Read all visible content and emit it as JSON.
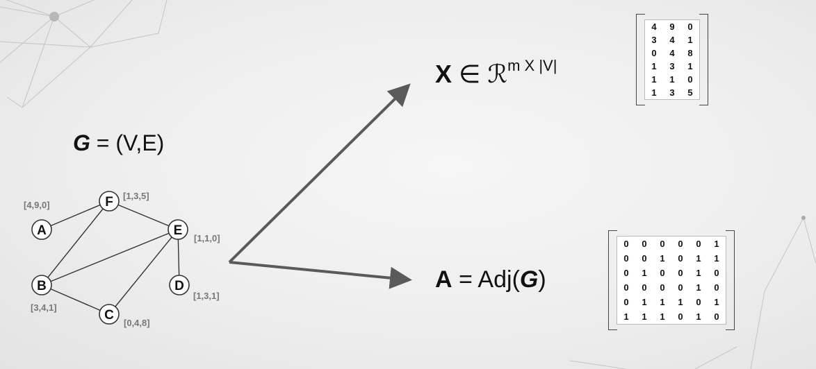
{
  "formulas": {
    "graph": {
      "symbol": "G",
      "rest": " = (V,E)"
    },
    "features": {
      "symbol": "X",
      "rest": " ∈ ℛ",
      "superscript": "m X |V|"
    },
    "adjacency": {
      "symbol": "A",
      "middle": " = Adj(",
      "symbol2": "G",
      "end": ")"
    }
  },
  "graph": {
    "nodes": [
      {
        "id": "A",
        "features": "[4,9,0]"
      },
      {
        "id": "B",
        "features": "[3,4,1]"
      },
      {
        "id": "C",
        "features": "[0,4,8]"
      },
      {
        "id": "D",
        "features": "[1,3,1]"
      },
      {
        "id": "E",
        "features": "[1,1,0]"
      },
      {
        "id": "F",
        "features": "[1,3,5]"
      }
    ],
    "edges": [
      [
        "A",
        "F"
      ],
      [
        "F",
        "B"
      ],
      [
        "B",
        "E"
      ],
      [
        "F",
        "E"
      ],
      [
        "E",
        "C"
      ],
      [
        "B",
        "C"
      ],
      [
        "E",
        "D"
      ]
    ]
  },
  "feature_matrix": [
    [
      "4",
      "9",
      "0"
    ],
    [
      "3",
      "4",
      "1"
    ],
    [
      "0",
      "4",
      "8"
    ],
    [
      "1",
      "3",
      "1"
    ],
    [
      "1",
      "1",
      "0"
    ],
    [
      "1",
      "3",
      "5"
    ]
  ],
  "adjacency_matrix": [
    [
      "0",
      "0",
      "0",
      "0",
      "0",
      "1"
    ],
    [
      "0",
      "0",
      "1",
      "0",
      "1",
      "1"
    ],
    [
      "0",
      "1",
      "0",
      "0",
      "1",
      "0"
    ],
    [
      "0",
      "0",
      "0",
      "0",
      "1",
      "0"
    ],
    [
      "0",
      "1",
      "1",
      "1",
      "0",
      "1"
    ],
    [
      "1",
      "1",
      "1",
      "0",
      "1",
      "0"
    ]
  ],
  "colors": {
    "arrow": "#5a5a5a",
    "node_stroke": "#333333",
    "feature_text": "#777777",
    "decor": "#bbbbbb"
  }
}
